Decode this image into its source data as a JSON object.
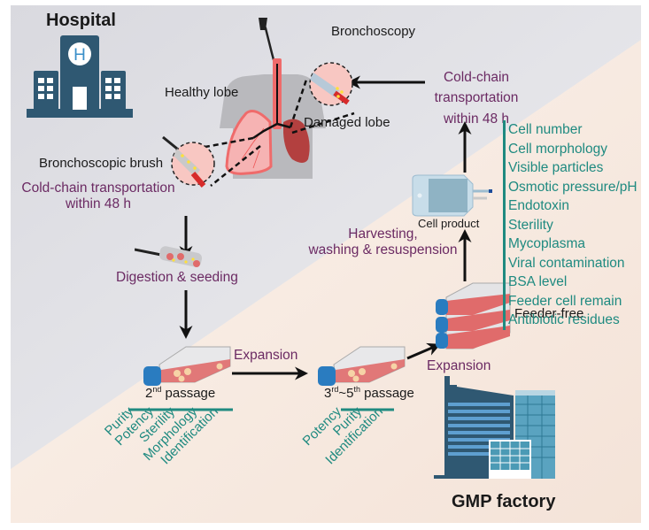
{
  "colors": {
    "hospital_bg": "#dddde3",
    "factory_bg": "#f7e9df",
    "building": "#2f5872",
    "purple_text": "#6b2a63",
    "teal_text": "#1f8a80",
    "flask_cap": "#2a7cc0",
    "flask_media": "#e06b6b",
    "lung_healthy": "#f4a5a5",
    "lung_damaged": "#b3403f"
  },
  "hospital": {
    "title": "Hospital",
    "icon": "hospital-building-icon",
    "sign_letter": "H"
  },
  "lung_section": {
    "healthy_lobe_label": "Healthy lobe",
    "damaged_lobe_label": "Damaged lobe",
    "bronchoscopy_label": "Bronchoscopy",
    "brush_label": "Bronchoscopic brush"
  },
  "steps": {
    "transport_down": {
      "line1": "Cold-chain transportation",
      "line2": "within 48 h"
    },
    "digestion": "Digestion & seeding",
    "expansion_1": "Expansion",
    "expansion_2": "Expansion",
    "passage_2": {
      "number": "2",
      "suffix": "nd",
      "label": " passage"
    },
    "passage_3_5": {
      "n1": "3",
      "s1": "rd",
      "tilde": "~",
      "n2": "5",
      "s2": "th",
      "label": " passage"
    },
    "feeder_free": "Feeder-free",
    "harvest": {
      "line1": "Harvesting,",
      "line2": "washing & resuspension"
    },
    "cell_product": "Cell product",
    "transport_back": {
      "line1": "Cold-chain",
      "line2": "transportation",
      "line3": "within 48 h"
    }
  },
  "qc_passage_2": [
    "Purity",
    "Potency",
    "Sterility",
    "Morphology",
    "Identification"
  ],
  "qc_passage_3_5": [
    "Potency",
    "Purity",
    "Identification"
  ],
  "qc_cell_product": [
    "Cell number",
    "Cell morphology",
    "Visible particles",
    "Osmotic pressure/pH",
    "Endotoxin",
    "Sterility",
    "Mycoplasma",
    "Viral contamination",
    "BSA level",
    "Feeder cell remain",
    "Antibiotic residues"
  ],
  "factory": {
    "title": "GMP factory",
    "icon": "factory-building-icon"
  }
}
